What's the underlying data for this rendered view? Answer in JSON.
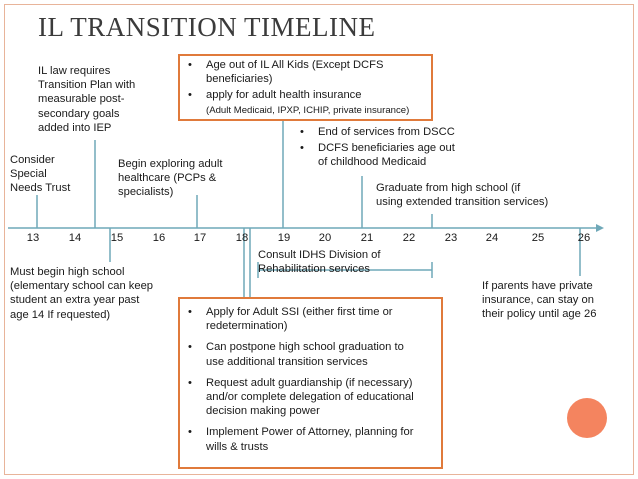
{
  "title": "IL TRANSITION TIMELINE",
  "timeline": {
    "ages": [
      "13",
      "14",
      "15",
      "16",
      "17",
      "18",
      "19",
      "20",
      "21",
      "22",
      "23",
      "24",
      "25",
      "26"
    ]
  },
  "notes": {
    "il_law": "IL law requires\nTransition Plan with\nmeasurable post-\nsecondary goals\nadded into IEP",
    "special_needs_trust": "Consider\nSpecial\nNeeds Trust",
    "exploring_healthcare": "Begin exploring adult\nhealthcare (PCPs &\nspecialists)",
    "high_school": "Must begin high school\n(elementary school can keep\nstudent an extra year past\nage 14 If requested)",
    "idhs": "Consult IDHS Division of\nRehabilitation services",
    "graduate": "Graduate from high school (if\nusing extended transition services)",
    "private_insurance": "If parents have private\ninsurance, can stay on\ntheir policy until age 26"
  },
  "box_top": {
    "items": [
      "Age out of IL All Kids (Except DCFS\nbeneficiaries)",
      "apply for adult health insurance"
    ],
    "subnote": "(Adult Medicaid, IPXP, ICHIP, private insurance)"
  },
  "list_top": {
    "items": [
      "End of services from DSCC",
      "DCFS beneficiaries age out\nof childhood Medicaid"
    ]
  },
  "box_bottom": {
    "items": [
      "Apply for Adult SSI (either first time or\nredetermination)",
      "Can postpone high school graduation to\nuse additional transition services",
      "Request adult guardianship (if necessary)\nand/or complete delegation of educational\ndecision making power",
      "Implement Power of Attorney, planning for\nwills & trusts"
    ]
  },
  "bullet": "•",
  "colors": {
    "accent": "#e07a3b",
    "line": "#6fa8b8",
    "circle": "#f4845f"
  }
}
